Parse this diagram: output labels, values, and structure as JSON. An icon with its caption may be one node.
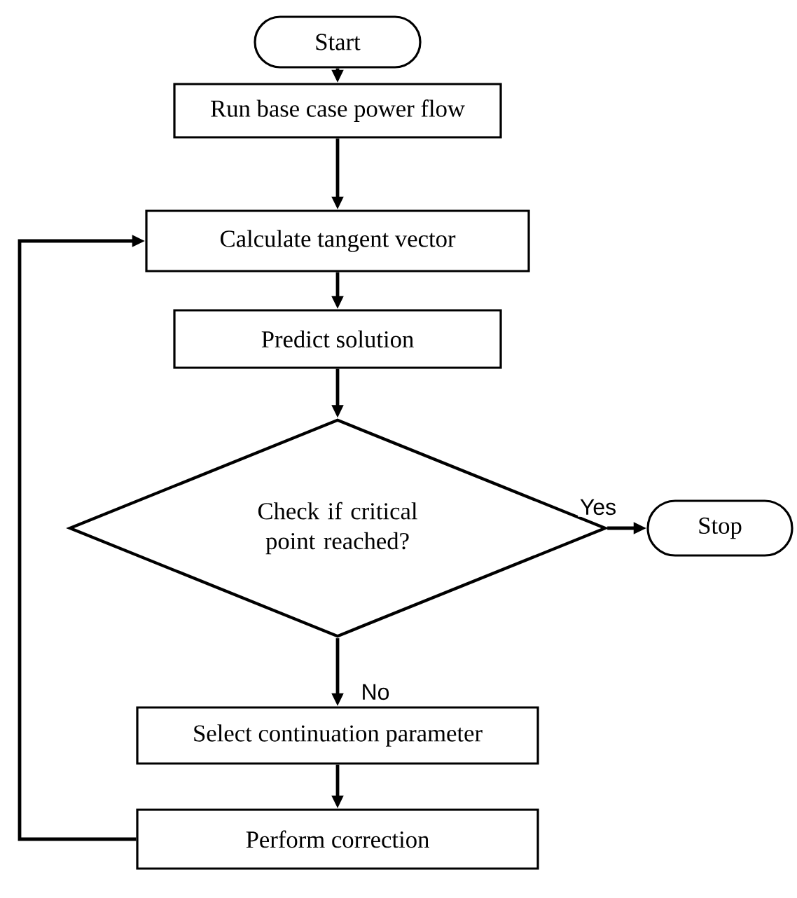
{
  "diagram": {
    "nodes": [
      {
        "text": [
          "Start"
        ]
      },
      {
        "text": [
          "Run base case power flow"
        ]
      },
      {
        "text": [
          "Calculate tangent vector"
        ]
      },
      {
        "text": [
          "Predict solution"
        ]
      },
      {
        "text": [
          "Check if critical point reached?"
        ]
      },
      {
        "text": [
          "Stop"
        ]
      },
      {
        "text": [
          "Select continuation parameter"
        ]
      },
      {
        "text": [
          "Perform correction"
        ]
      }
    ],
    "edges": [
      {
        "from": 0,
        "to": 1,
        "arrow": "to"
      },
      {
        "from": 1,
        "to": 2,
        "arrow": "to"
      },
      {
        "from": 2,
        "to": 3,
        "arrow": "to"
      },
      {
        "from": 3,
        "to": 4,
        "arrow": "to"
      },
      {
        "from": 4,
        "to": 5,
        "arrow": "to",
        "label": "Yes"
      },
      {
        "from": 4,
        "to": 6,
        "arrow": "to",
        "label": "No"
      },
      {
        "from": 6,
        "to": 7,
        "arrow": "to"
      },
      {
        "from": 7,
        "to": 2,
        "arrow": "to"
      }
    ]
  }
}
